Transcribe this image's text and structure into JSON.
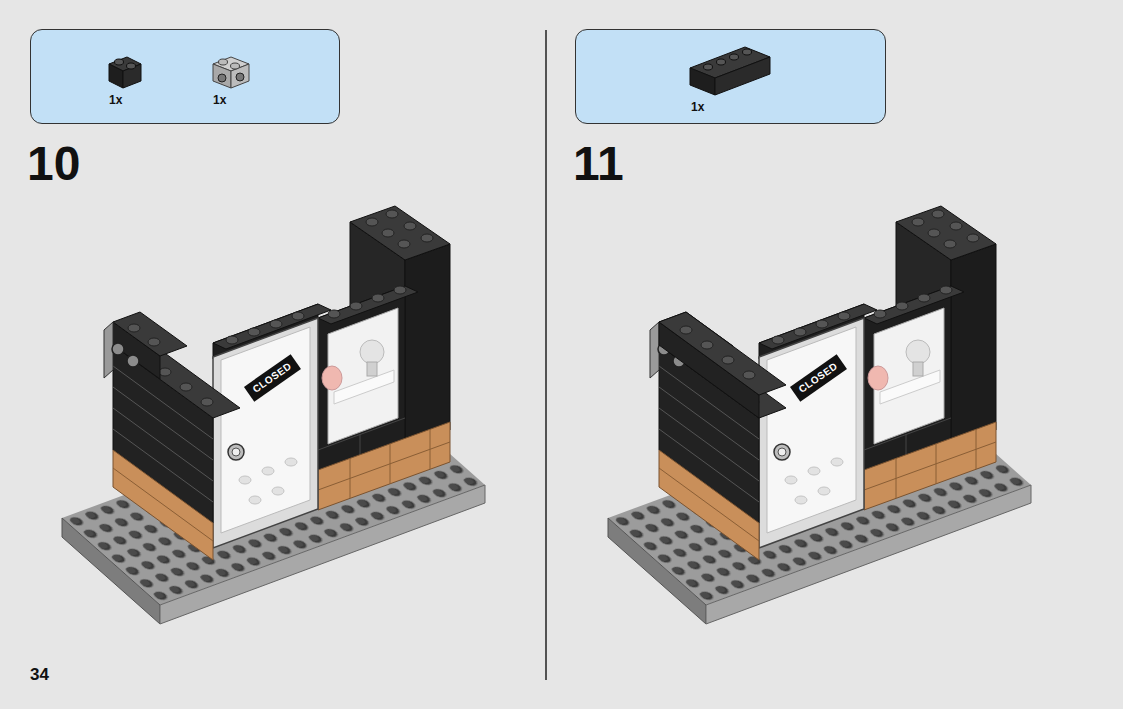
{
  "diagram": {
    "nodes": [
      {
        "text": [
          "1x",
          "1x"
        ]
      },
      {
        "text": [
          "1x"
        ]
      }
    ],
    "labels": [
      "10",
      "CLOSED",
      "11",
      "CLOSED",
      "34"
    ]
  }
}
